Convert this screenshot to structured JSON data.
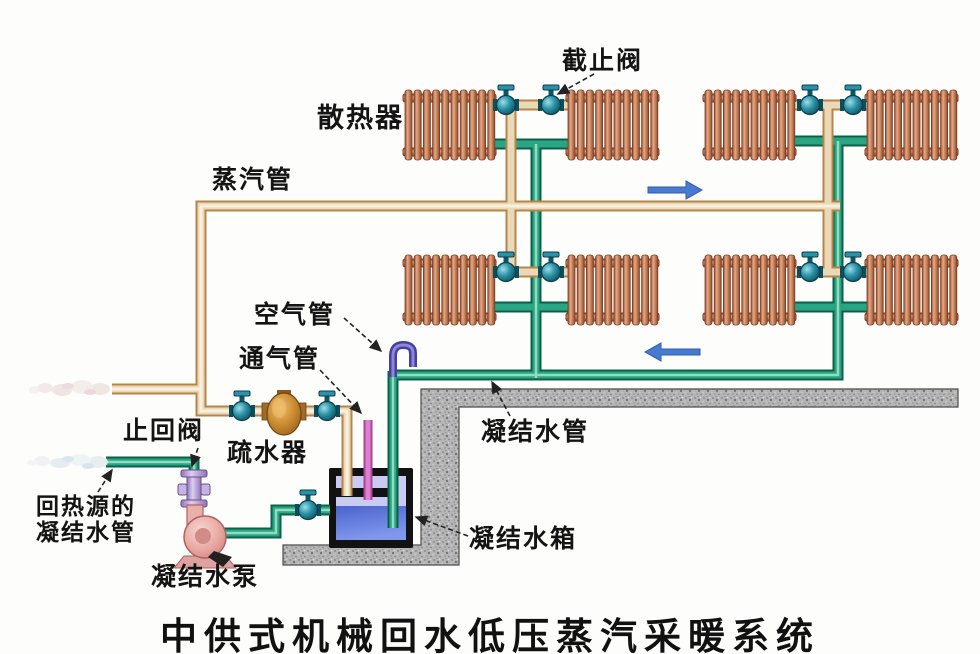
{
  "title": "中供式机械回水低压蒸汽采暖系统",
  "labels": {
    "stop_valve": "截止阀",
    "radiator": "散热器",
    "steam_pipe": "蒸汽管",
    "air_pipe": "空气管",
    "vent_pipe": "通气管",
    "check_valve": "止回阀",
    "steam_trap": "疏水器",
    "condensate_pipe": "凝结水管",
    "return_to_source_line1": "回热源的",
    "return_to_source_line2": "凝结水管",
    "condensate_tank": "凝结水箱",
    "condensate_pump": "凝结水泵"
  },
  "colors": {
    "steam_pipe": "#d9b28a",
    "condensate_pipe": "#2aa583",
    "radiator": "#c98a66",
    "valve": "#1d7f93",
    "check_valve": "#c0a8e0",
    "steam_trap": "#c08038",
    "condensate_pump": "#e8a6a0",
    "vent_pipe": "#e07fd0",
    "air_pipe": "#5b50ba",
    "tank_water": "#5a7ce0",
    "flow_arrow": "#4a7ad0",
    "wall": "#b5b5b5"
  }
}
